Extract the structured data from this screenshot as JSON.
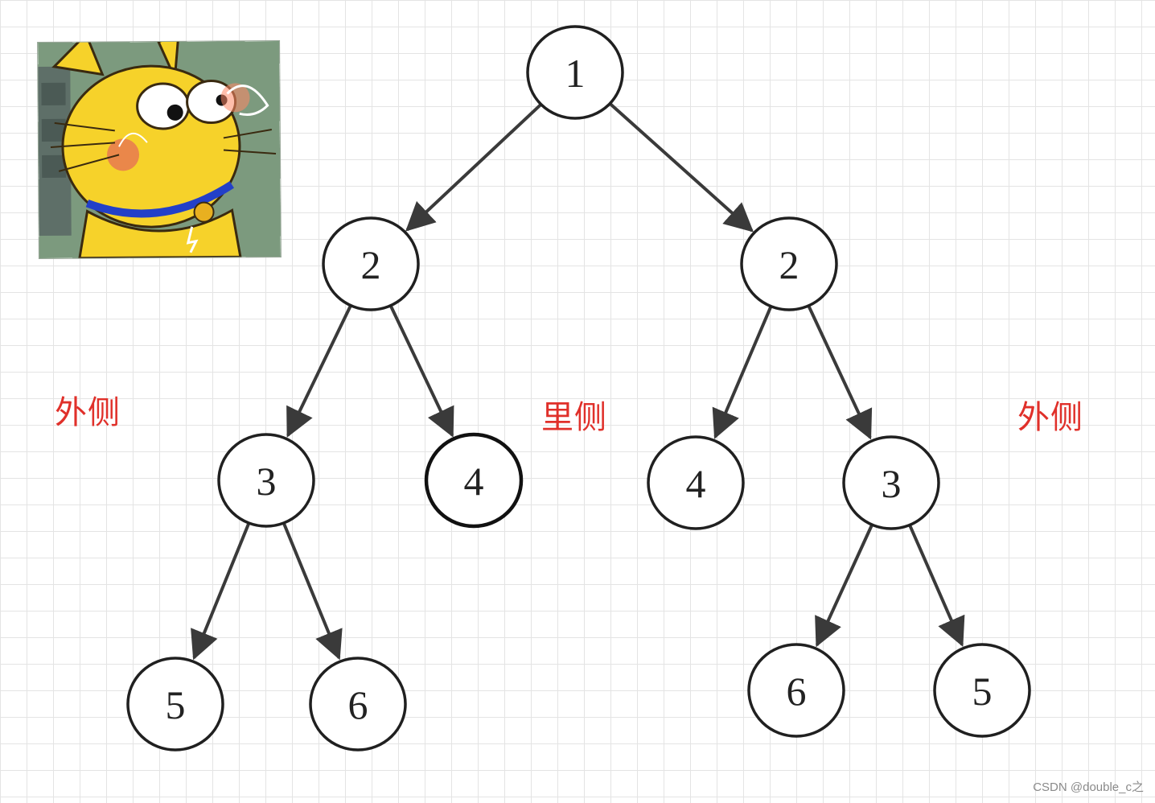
{
  "tree": {
    "nodes": [
      {
        "id": "n1",
        "label": "1",
        "depth": 0,
        "bold": false
      },
      {
        "id": "n2l",
        "label": "2",
        "depth": 1,
        "parent": "n1",
        "bold": false
      },
      {
        "id": "n2r",
        "label": "2",
        "depth": 1,
        "parent": "n1",
        "bold": false
      },
      {
        "id": "n3l",
        "label": "3",
        "depth": 2,
        "parent": "n2l",
        "bold": false
      },
      {
        "id": "n4l",
        "label": "4",
        "depth": 2,
        "parent": "n2l",
        "bold": true
      },
      {
        "id": "n4r",
        "label": "4",
        "depth": 2,
        "parent": "n2r",
        "bold": false
      },
      {
        "id": "n3r",
        "label": "3",
        "depth": 2,
        "parent": "n2r",
        "bold": false
      },
      {
        "id": "n5l",
        "label": "5",
        "depth": 3,
        "parent": "n3l",
        "bold": false
      },
      {
        "id": "n6l",
        "label": "6",
        "depth": 3,
        "parent": "n3l",
        "bold": false
      },
      {
        "id": "n6r",
        "label": "6",
        "depth": 3,
        "parent": "n3r",
        "bold": false
      },
      {
        "id": "n5r",
        "label": "5",
        "depth": 3,
        "parent": "n3r",
        "bold": false
      }
    ]
  },
  "labels": {
    "outer_left": "外侧",
    "inner_middle": "里侧",
    "outer_right": "外侧"
  },
  "colors": {
    "annotation": "#e0302a",
    "node_stroke": "#202020",
    "edge": "#3a3a3a",
    "grid": "#e4e4e4"
  },
  "sticker": {
    "icon": "yellow-cartoon-cat-sticker"
  },
  "watermark": "CSDN @double_c之"
}
